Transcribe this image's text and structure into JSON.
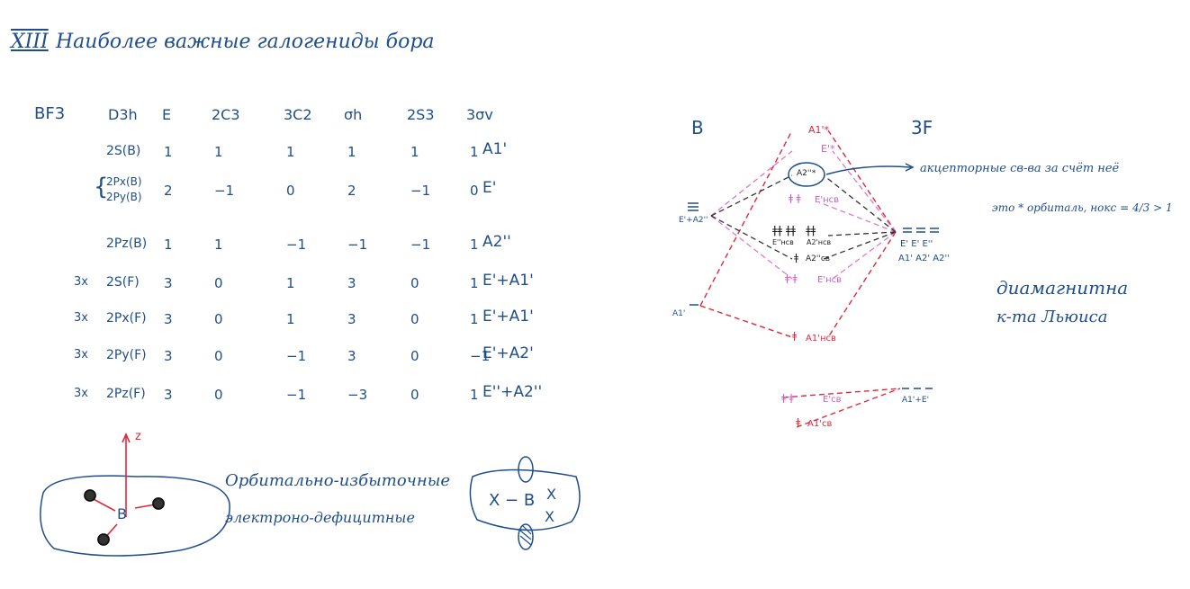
{
  "title": {
    "number": "XIII",
    "text": "Наиболее важные галогениды бора"
  },
  "molecule": "BF3",
  "char_table": {
    "headers": [
      "D3h",
      "E",
      "2C3",
      "3C2",
      "σh",
      "2S3",
      "3σv"
    ],
    "rows": [
      {
        "mult": "",
        "orbital": "2S(B)",
        "chars": [
          "1",
          "1",
          "1",
          "1",
          "1",
          "1"
        ],
        "irrep": "A1'"
      },
      {
        "mult": "",
        "orbital": "2Px(B)\n2Py(B)",
        "chars": [
          "2",
          "−1",
          "0",
          "2",
          "−1",
          "0"
        ],
        "irrep": "E'"
      },
      {
        "mult": "",
        "orbital": "2Pz(B)",
        "chars": [
          "1",
          "1",
          "−1",
          "−1",
          "−1",
          "1"
        ],
        "irrep": "A2''"
      },
      {
        "mult": "3x",
        "orbital": "2S(F)",
        "chars": [
          "3",
          "0",
          "1",
          "3",
          "0",
          "1"
        ],
        "irrep": "E'+A1'"
      },
      {
        "mult": "3x",
        "orbital": "2Px(F)",
        "chars": [
          "3",
          "0",
          "1",
          "3",
          "0",
          "1"
        ],
        "irrep": "E'+A1'"
      },
      {
        "mult": "3x",
        "orbital": "2Py(F)",
        "chars": [
          "3",
          "0",
          "−1",
          "3",
          "0",
          "−1"
        ],
        "irrep": "E'+A2'"
      },
      {
        "mult": "3x",
        "orbital": "2Pz(F)",
        "chars": [
          "3",
          "0",
          "−1",
          "−3",
          "0",
          "1"
        ],
        "irrep": "E''+A2''"
      }
    ]
  },
  "mo_diagram": {
    "left_label": "B",
    "right_label": "3F",
    "left_levels": [
      "E'+A2''",
      "A1'"
    ],
    "right_levels": [
      "E' E' E''",
      "A1' A2' A2''",
      "A1'+E'"
    ],
    "mo_labels": {
      "a1_star": "A1'*",
      "e_star": "E'*",
      "a2_star": "A2''*",
      "e_nb_upper": "E'нсв",
      "e2_nb": "E''нсв",
      "a2_nb": "A2'нсв",
      "a2_bond": "A2''св",
      "e_nb_lower": "E'нсв",
      "a1_nb": "A1'нсв",
      "e_bond": "E'св",
      "a1_bond": "A1'св"
    },
    "annotation_1": "акцепторные св-ва за счёт неё",
    "annotation_2": "это * орбиталь, нокс = 4/3 > 1",
    "magnetism": "диамагнитна",
    "lewis": "к-та Льюиса"
  },
  "orbital_sketch": {
    "center_label": "B",
    "axis_label": "z",
    "side_text_1": "Орбитально-избыточные",
    "side_text_2": "электроно-дефицитные",
    "lewis_sketch": "X − B",
    "lewis_x": "X"
  }
}
